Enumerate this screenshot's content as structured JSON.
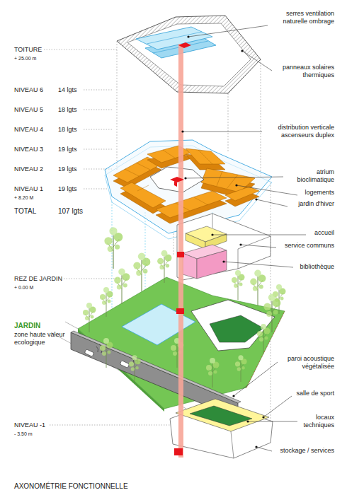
{
  "diagram": {
    "caption": "AXONOMÉTRIE FONCTIONNELLE",
    "labels": [
      "TOITURE",
      "+ 25.00 m",
      "NIVEAU 6",
      "14 lgts",
      "NIVEAU 5",
      "18 lgts",
      "NIVEAU 4",
      "18 lgts",
      "NIVEAU 3",
      "19 lgts",
      "NIVEAU 2",
      "19 lgts",
      "NIVEAU 1",
      "19 lgts",
      "+ 8.20 M",
      "TOTAL",
      "107 lgts",
      "REZ DE JARDIN",
      "+ 0.00 M",
      "JARDIN",
      "zone haute valeur ecologique",
      "NIVEAU -1",
      "- 3.50 m",
      "serres ventilation naturelle ombrage",
      "panneaux solaires thermiques",
      "distribution verticale ascenseurs duplex",
      "atrium bioclimatique",
      "logements",
      "jardin d'hiver",
      "accueil",
      "service communs",
      "bibliothèque",
      "paroi acoustique végétalisée",
      "salle de sport",
      "locaux techniques",
      "stockage / services"
    ]
  }
}
